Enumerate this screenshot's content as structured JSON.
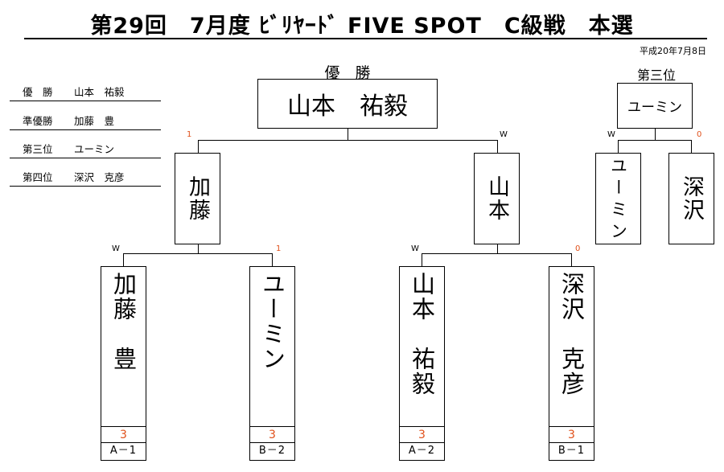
{
  "title": "第29回　7月度 ﾋﾞﾘﾔｰﾄﾞ FIVE SPOT　C級戦　本選",
  "date": "平成20年7月8日",
  "results": {
    "rows": [
      {
        "label": "優　勝",
        "name": "山本　祐毅"
      },
      {
        "label": "準優勝",
        "name": "加藤　豊"
      },
      {
        "label": "第三位",
        "name": "ユーミン"
      },
      {
        "label": "第四位",
        "name": "深沢　克彦"
      }
    ]
  },
  "final": {
    "caption": "優　勝",
    "winner": "山本　祐毅"
  },
  "third_place": {
    "caption": "第三位",
    "winner": "ユーミン",
    "left": {
      "name": "ユーミン",
      "mark": "W"
    },
    "right": {
      "name": "深沢",
      "mark": "0"
    }
  },
  "semifinals": [
    {
      "name": "加藤",
      "mark": "1"
    },
    {
      "name": "山本",
      "mark": "W"
    }
  ],
  "first_round": [
    {
      "name": "加藤　豊",
      "mark": "W",
      "score": "3",
      "seed": "A－1"
    },
    {
      "name": "ユーミン",
      "mark": "1",
      "score": "3",
      "seed": "B－2"
    },
    {
      "name": "山本　祐毅",
      "mark": "W",
      "score": "3",
      "seed": "A－2"
    },
    {
      "name": "深沢　克彦",
      "mark": "0",
      "score": "3",
      "seed": "B－1"
    }
  ]
}
